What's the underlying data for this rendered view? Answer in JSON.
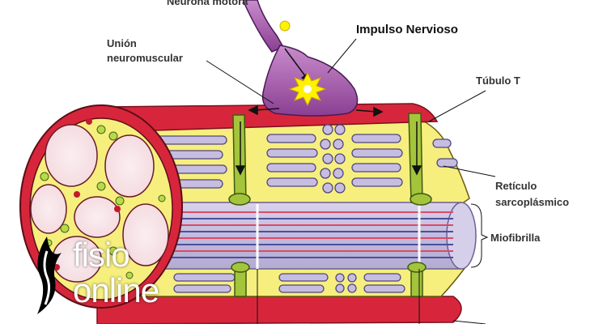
{
  "labels": {
    "neurona_motora": "Neurona motora",
    "impulso_nervioso": "Impulso Nervioso",
    "union_line1": "Unión",
    "union_line2": "neuromuscular",
    "tubulo_t": "Túbulo T",
    "reticulo_line1": "Retículo",
    "reticulo_line2": "sarcoplásmico",
    "miofibrilla": "Miofibrilla"
  },
  "logo": {
    "line1": "fisio",
    "line2": "online"
  },
  "colors": {
    "membrane_red": "#d7263b",
    "sarcoplasm_yellow": "#f6ef7e",
    "tubule_green": "#a4c43c",
    "myofibril_lavender": "#c8c0df",
    "neuron_purple": "#a057a8",
    "burst_yellow": "#fff200"
  }
}
